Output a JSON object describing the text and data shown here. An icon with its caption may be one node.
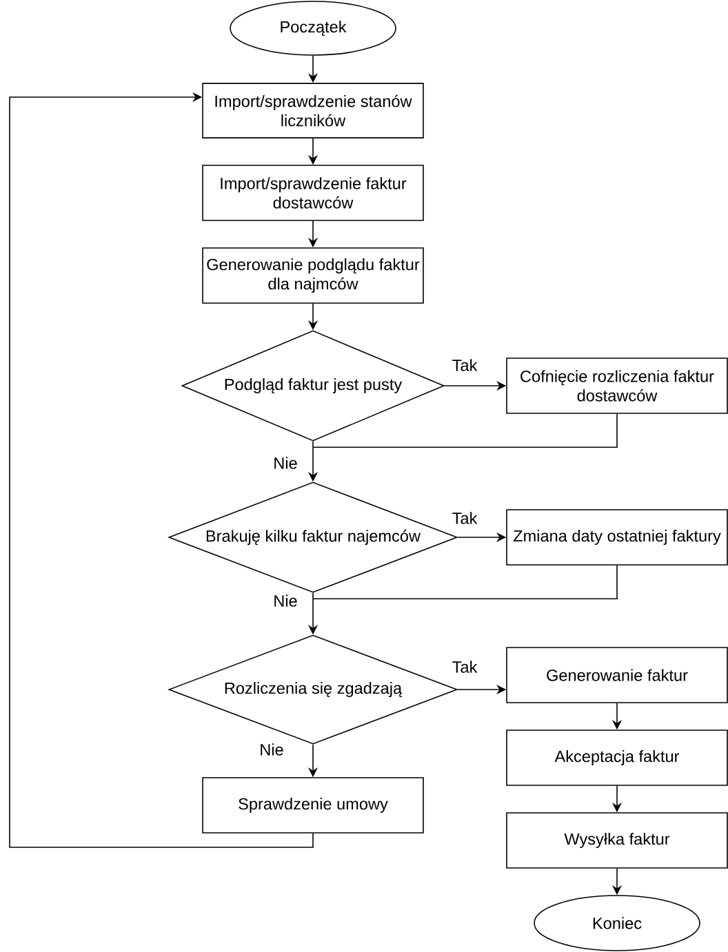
{
  "diagram": {
    "nodes": [
      {
        "text": [
          "Początek"
        ]
      },
      {
        "text": [
          "Import/sprawdzenie stanów liczników"
        ]
      },
      {
        "text": [
          "Import/sprawdzenie faktur dostawców"
        ]
      },
      {
        "text": [
          "Generowanie podglądu faktur dla najmców"
        ]
      },
      {
        "text": [
          "Podgląd faktur jest pusty"
        ]
      },
      {
        "text": [
          "Cofnięcie rozliczenia faktur dostawców"
        ]
      },
      {
        "text": [
          "Brakuję kilku faktur najemców"
        ]
      },
      {
        "text": [
          "Zmiana daty ostatniej faktury"
        ]
      },
      {
        "text": [
          "Rozliczenia się zgadzają"
        ]
      },
      {
        "text": [
          "Generowanie faktur"
        ]
      },
      {
        "text": [
          "Akceptacja faktur"
        ]
      },
      {
        "text": [
          "Sprawdzenie umowy"
        ]
      },
      {
        "text": [
          "Wysyłka faktur"
        ]
      },
      {
        "text": [
          "Koniec"
        ]
      }
    ],
    "edges": [
      {
        "from": 0,
        "to": 1,
        "arrow": "to"
      },
      {
        "from": 1,
        "to": 2,
        "arrow": "to"
      },
      {
        "from": 2,
        "to": 3,
        "arrow": "to"
      },
      {
        "from": 3,
        "to": 4,
        "arrow": "to"
      },
      {
        "from": 4,
        "to": 5,
        "arrow": "to",
        "label": "Tak"
      },
      {
        "from": 4,
        "to": 6,
        "arrow": "to",
        "label": "Nie"
      },
      {
        "from": 5,
        "to": 6,
        "arrow": "to"
      },
      {
        "from": 6,
        "to": 7,
        "arrow": "to",
        "label": "Tak"
      },
      {
        "from": 6,
        "to": 8,
        "arrow": "to",
        "label": "Nie"
      },
      {
        "from": 7,
        "to": 8,
        "arrow": "to"
      },
      {
        "from": 8,
        "to": 9,
        "arrow": "to",
        "label": "Tak"
      },
      {
        "from": 8,
        "to": 11,
        "arrow": "to",
        "label": "Nie"
      },
      {
        "from": 9,
        "to": 10,
        "arrow": "to"
      },
      {
        "from": 10,
        "to": 12,
        "arrow": "to"
      },
      {
        "from": 12,
        "to": 13,
        "arrow": "to"
      },
      {
        "from": 11,
        "to": 1,
        "arrow": "to"
      }
    ]
  }
}
